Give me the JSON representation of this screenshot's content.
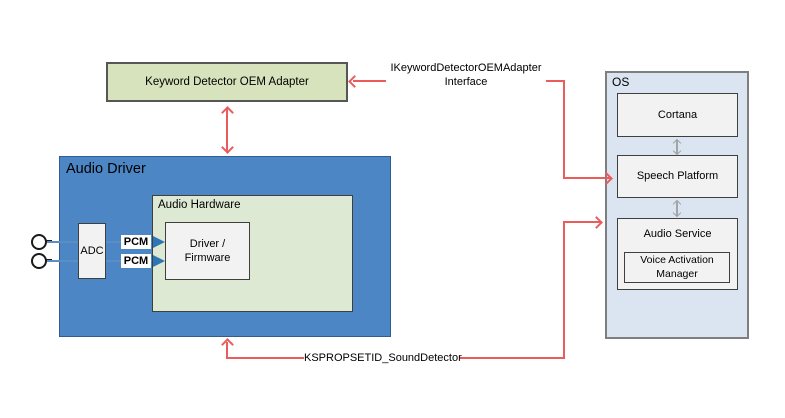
{
  "adapter": {
    "label": "Keyword Detector OEM Adapter"
  },
  "audio_driver": {
    "title": "Audio Driver",
    "hardware": {
      "title": "Audio Hardware",
      "firmware_line1": "Driver /",
      "firmware_line2": "Firmware"
    },
    "adc_label": "ADC",
    "pcm_top": "PCM",
    "pcm_bottom": "PCM"
  },
  "os": {
    "title": "OS",
    "cortana_label": "Cortana",
    "speech_platform_label": "Speech Platform",
    "audio_service_label": "Audio Service",
    "vam_line1": "Voice Activation",
    "vam_line2": "Manager"
  },
  "connectors": {
    "adapter_interface_line1": "IKeywordDetectorOEMAdapter",
    "adapter_interface_line2": "Interface",
    "sound_detector_label": "KSPROPSETID_SoundDetector"
  },
  "icons": {
    "microphone": "microphone-icon"
  },
  "colors": {
    "red_connector": "#ec5b5b",
    "driver_blue": "#4d86c4",
    "adapter_green": "#d7e3bd",
    "hardware_green": "#dde9d2",
    "os_blue": "#dbe5f2",
    "inner_box_gray": "#f2f2f2",
    "wire_blue": "#5b8ec4",
    "wire_arrow_blue": "#2e75b6"
  }
}
